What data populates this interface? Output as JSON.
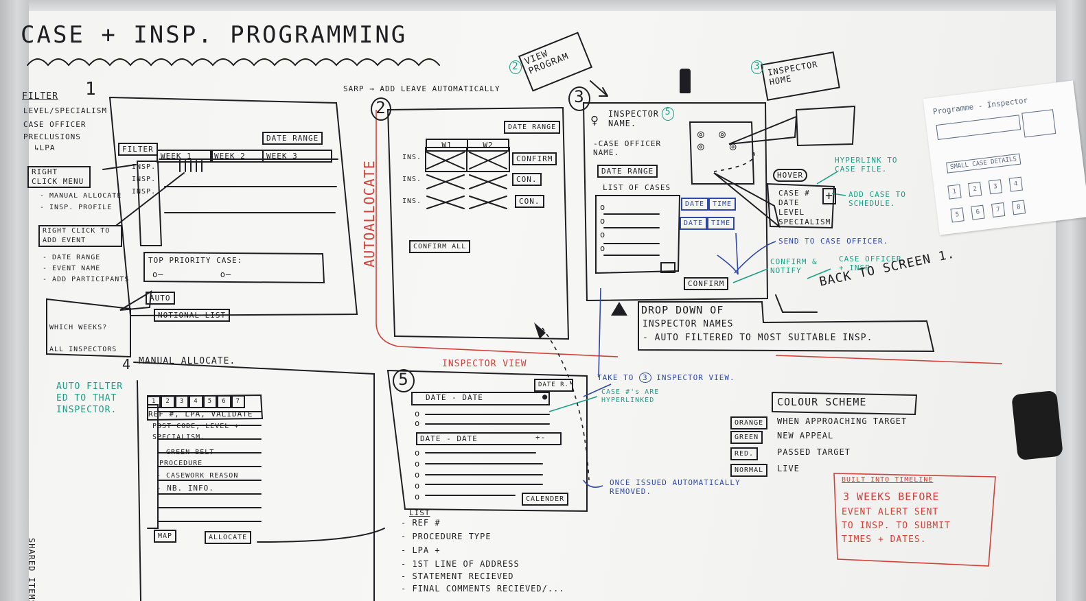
{
  "title": "CASE + INSP. PROGRAMMING",
  "screen1": {
    "number": "1",
    "filter_heading": "FILTER",
    "filter_items": [
      "LEVEL/SPECIALISM",
      "CASE OFFICER",
      "PRECLUSIONS",
      "↳LPA"
    ],
    "right_click_menu": "RIGHT CLICK MENU",
    "menu_items": [
      "- MANUAL ALLOCATE",
      "- INSP. PROFILE"
    ],
    "right_click_add": "RIGHT CLICK TO ADD EVENT",
    "event_items": [
      "- DATE RANGE",
      "- EVENT NAME",
      "- ADD PARTICIPANTS"
    ],
    "filter_btn": "FILTER",
    "date_range": "DATE RANGE",
    "weeks": [
      "WEEK 1",
      "WEEK 2",
      "WEEK 3"
    ],
    "rows": [
      "INSP.",
      "INSP.",
      "INSP."
    ],
    "top_priority": "TOP PRIORITY CASE:",
    "auto": "AUTO",
    "notional": "NOTIONAL LIST",
    "which_weeks": "WHICH WEEKS?",
    "all_inspectors": "ALL INSPECTORS"
  },
  "screen2": {
    "number": "2",
    "sarp": "SARP → ADD LEAVE AUTOMATICALLY",
    "date_range": "DATE RANGE",
    "weeks": [
      "W1",
      "W2"
    ],
    "rows": [
      "INS.",
      "INS.",
      "INS."
    ],
    "confirm_labels": [
      "CONFIRM",
      "CON.",
      "CON."
    ],
    "confirm_all": "CONFIRM ALL",
    "autoallocate": "AUTOALLOCATE"
  },
  "view_program": {
    "number": "2",
    "label": "VIEW PROGRAM"
  },
  "screen3": {
    "number": "3",
    "inspector_name": "INSPECTOR NAME.",
    "marker": "5",
    "case_officer": "-CASE OFFICER NAME.",
    "date_range": "DATE RANGE",
    "list_of_cases": "LIST OF CASES",
    "date": "DATE",
    "time": "TIME",
    "confirm": "CONFIRM",
    "hover": "HOVER",
    "hover_items": [
      "CASE #",
      "DATE",
      "LEVEL",
      "SPECIALISM"
    ],
    "hyperlink": "HYPERLINK TO CASE FILE.",
    "add_case": "ADD CASE TO SCHEDULE.",
    "send_to": "SEND TO CASE OFFICER.",
    "confirm_notify": "CONFIRM & NOTIFY",
    "case_officer_insp": "CASE OFFICER + INSP.",
    "back": "BACK TO SCREEN 1.",
    "dropdown": [
      "DROP DOWN OF",
      "INSPECTOR NAMES",
      "- AUTO FILTERED TO MOST SUITABLE INSP."
    ]
  },
  "inspector_home": {
    "number": "3",
    "label": "INSPECTOR HOME"
  },
  "screen4": {
    "number": "4",
    "title": "MANUAL ALLOCATE.",
    "auto_filter": "AUTO FILTER ED TO THAT INSPECTOR.",
    "tabs": [
      "1",
      "2",
      "3",
      "4",
      "5",
      "6",
      "7"
    ],
    "lines": [
      "REF #, LPA, VALIDATE",
      "POST CODE, LEVEL +",
      "SPECIALISM.",
      "- GREEN BELT",
      "PROCEDURE",
      "- CASEWORK REASON",
      "- NB. INFO."
    ],
    "map": "MAP",
    "allocate": "ALLOCATE",
    "side": "SHARED ITEMS"
  },
  "screen5": {
    "number": "5",
    "title": "INSPECTOR VIEW",
    "date_btn": "DATE R.",
    "range1": "DATE - DATE",
    "range2": "DATE - DATE",
    "plus_minus": "+-",
    "calendar": "CALENDER",
    "take_to_a": "TAKE TO",
    "take_to_num": "3",
    "take_to_b": "INSPECTOR VIEW.",
    "case_links": "CASE #'s ARE HYPERLINKED",
    "once_issued": "ONCE ISSUED AUTOMATICALLY REMOVED.",
    "list_heading": "LIST",
    "list_items": [
      "- REF #",
      "- PROCEDURE TYPE",
      "- LPA +",
      "- 1ST LINE OF ADDRESS",
      "- STATEMENT RECIEVED",
      "- FINAL COMMENTS RECIEVED/..."
    ]
  },
  "colour_scheme": {
    "title": "COLOUR SCHEME",
    "items": [
      {
        "tag": "ORANGE",
        "text": "WHEN APPROACHING TARGET"
      },
      {
        "tag": "GREEN",
        "text": "NEW APPEAL"
      },
      {
        "tag": "RED.",
        "text": "PASSED TARGET"
      },
      {
        "tag": "NORMAL",
        "text": "LIVE"
      }
    ]
  },
  "timeline": {
    "title": "BUILT INTO TIMELINE",
    "lines": [
      "3 WEEKS BEFORE",
      "EVENT ALERT SENT",
      "TO INSP. TO SUBMIT",
      "TIMES + DATES."
    ]
  },
  "sticky_note": {
    "title": "Programme - Inspector",
    "boxes": [
      "1",
      "2",
      "3",
      "4",
      "5",
      "6",
      "7",
      "8"
    ],
    "small": "SMALL CASE DETAILS"
  },
  "colors": {
    "ink": "#1e1e22",
    "teal": "#1a9f86",
    "blue": "#2e48a8",
    "red": "#d24038"
  }
}
